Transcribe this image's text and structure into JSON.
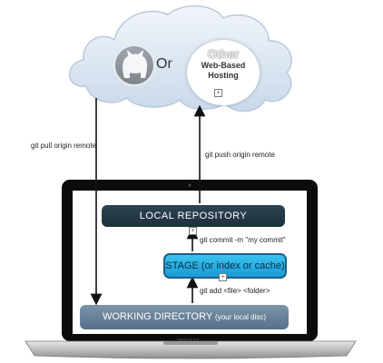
{
  "cloud": {
    "or_label": "Or",
    "other_title": "Other",
    "other_line1": "Web-Based",
    "other_line2": "Hosting"
  },
  "arrows": {
    "pull_label": "git pull origin remote",
    "push_label": "git push origin remote",
    "commit_label": "git commit -m \"my commit\"",
    "add_label": "git add <file> <folder>"
  },
  "boxes": {
    "local_repository": "LOCAL REPOSITORY",
    "stage": "STAGE (or index or cache)",
    "working_directory": "WORKING DIRECTORY",
    "working_directory_note": "(your local disc)"
  },
  "laptop": {
    "brand": "MacBook Pro"
  },
  "colors": {
    "local_box": "#22343f",
    "stage_box": "#2bb0e4",
    "working_box": "#6b849a",
    "laptop_bezel": "#0c0c0c",
    "cloud_fill": "#dfe9f4"
  },
  "icons": {
    "github": "github-octocat-icon",
    "expand": "plus-box-icon"
  }
}
